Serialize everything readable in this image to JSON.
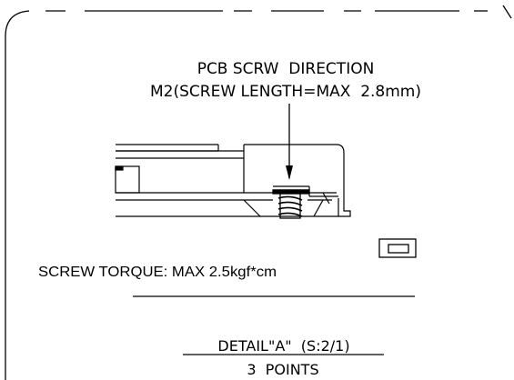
{
  "annotation": {
    "direction_line1": "PCB SCRW  DIRECTION",
    "direction_line2": "M2(SCREW LENGTH=MAX  2.8mm)"
  },
  "torque": {
    "label": "SCREW TORQUE: MAX 2.5kgf*cm"
  },
  "detail": {
    "title": "DETAIL\"A\"  (S:2/1)",
    "points": "3  POINTS"
  },
  "colors": {
    "line": "#000000",
    "background": "#ffffff"
  }
}
